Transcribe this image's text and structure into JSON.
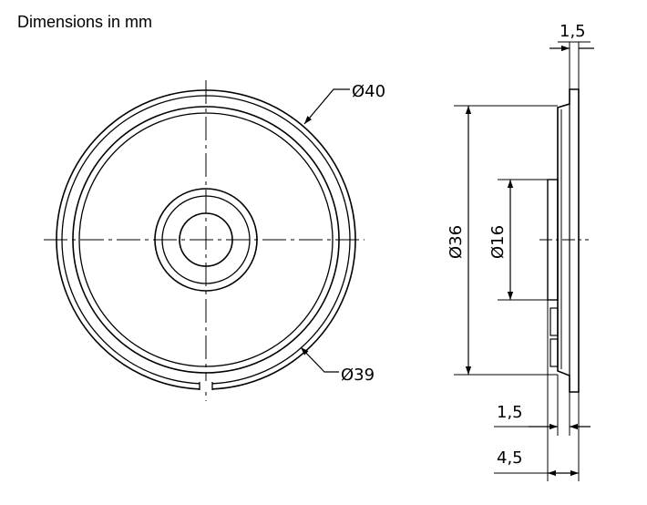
{
  "title": "Dimensions in mm",
  "front_view": {
    "outer_diameter_label": "Ø40",
    "inner_diameter_label": "Ø39"
  },
  "side_view": {
    "rim_thickness_top_label": "1,5",
    "body_diameter_label": "Ø36",
    "magnet_diameter_label": "Ø16",
    "rim_thickness_bottom_label": "1,5",
    "total_depth_label": "4,5"
  }
}
